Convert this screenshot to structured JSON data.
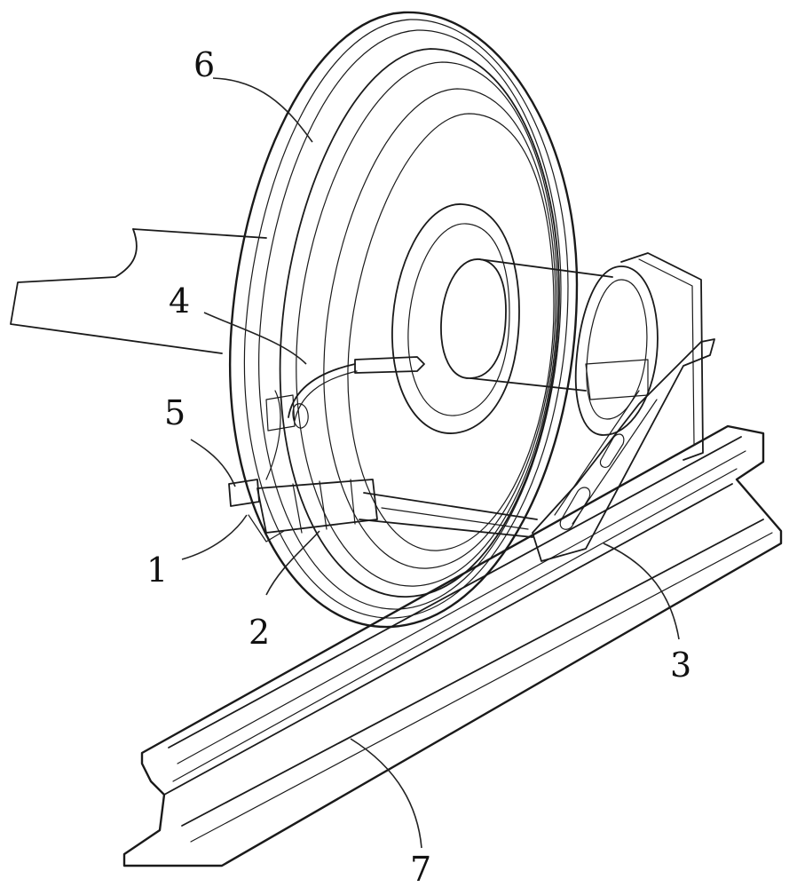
{
  "labels": {
    "part1": "1",
    "part2": "2",
    "part3": "3",
    "part4": "4",
    "part5": "5",
    "part6": "6",
    "part7": "7"
  },
  "colors": {
    "line": "#1a1a1a",
    "background": "#ffffff"
  }
}
